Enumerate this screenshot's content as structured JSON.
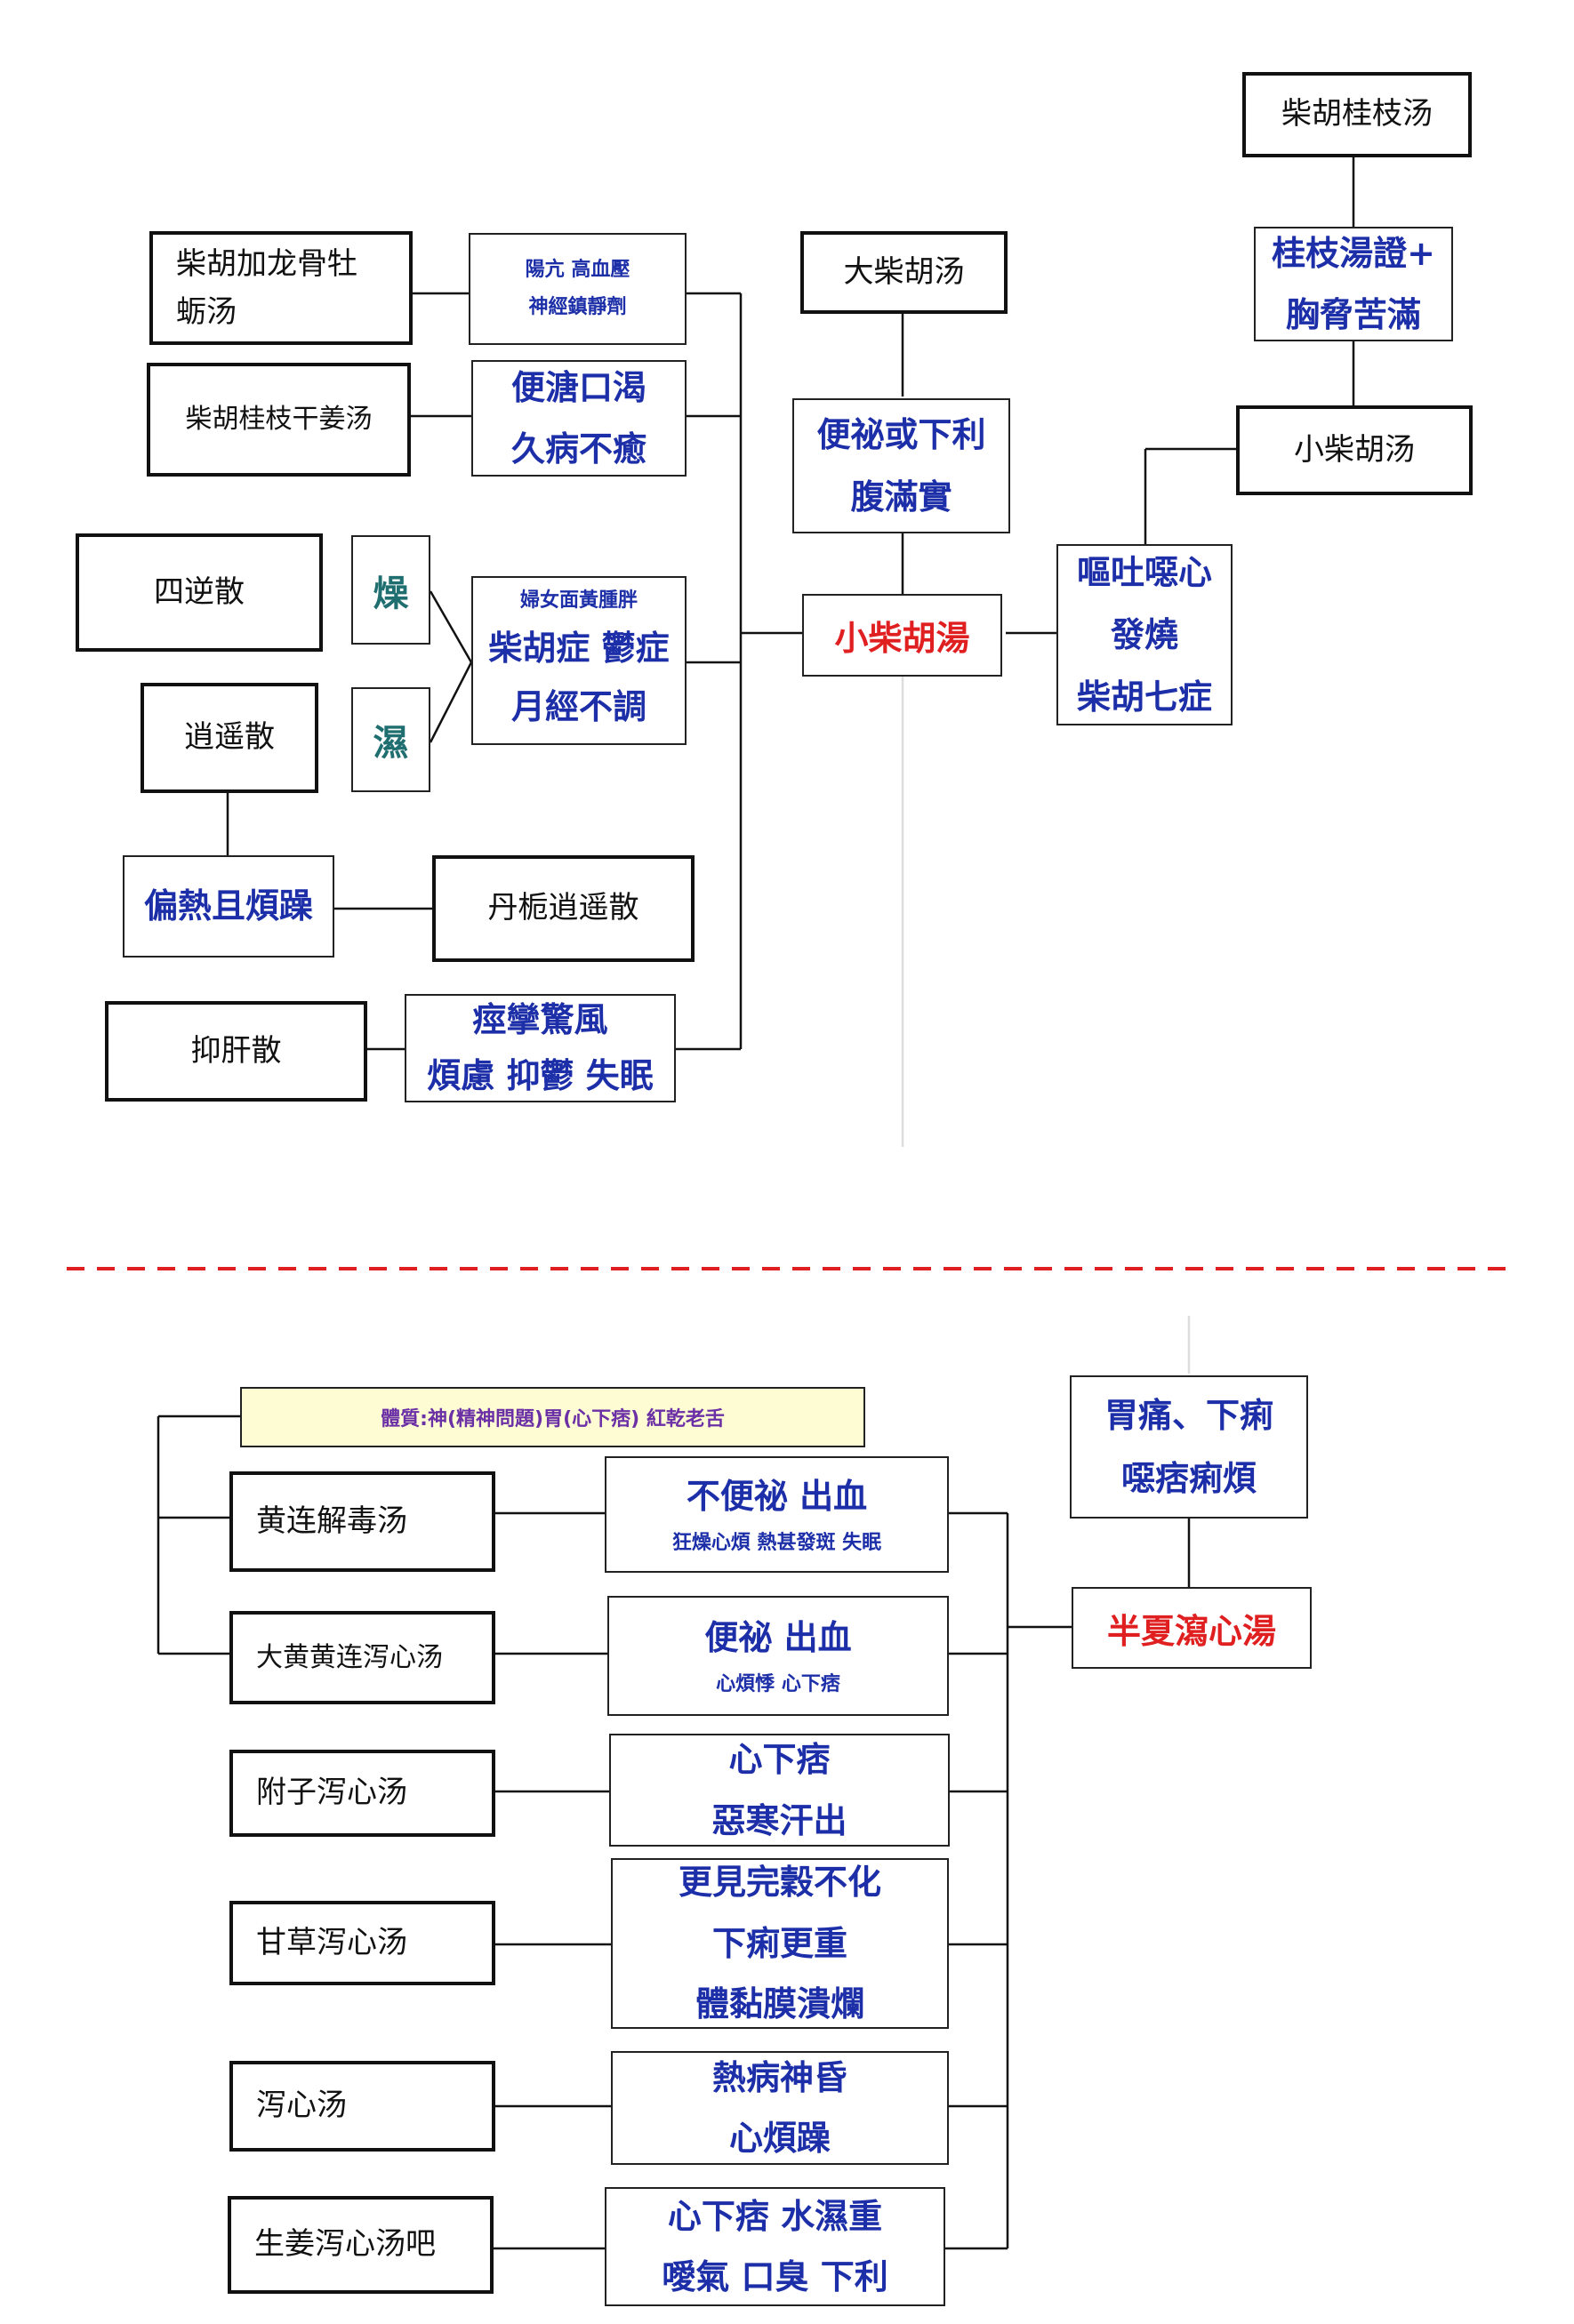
{
  "top": {
    "chaihu_guizhi_tang": "柴胡桂枝汤",
    "guizhi_symptom": [
      "桂枝湯證+",
      "胸脅苦滿"
    ],
    "xiao_chaihu_tang": "小柴胡汤",
    "xiao_symptom": [
      "嘔吐噁心",
      "發燒",
      "柴胡七症"
    ],
    "center": "小柴胡湯",
    "da_chaihu_tang": "大柴胡汤",
    "da_symptom": [
      "便祕或下利",
      "腹滿實"
    ],
    "longgu": [
      "柴胡加龙骨牡",
      "蛎汤"
    ],
    "longgu_symptom": [
      "陽亢  高血壓",
      "神經鎮靜劑"
    ],
    "ganjiang": "柴胡桂枝干姜汤",
    "ganjiang_symptom": [
      "便溏口渴",
      "久病不癒"
    ],
    "sini": "四逆散",
    "xiaoyao": "逍遥散",
    "zao": "燥",
    "shi": "濕",
    "women_symptom": [
      "婦女面黃腫胖",
      "柴胡症 鬱症",
      "月經不調"
    ],
    "pianre": "偏熱且煩躁",
    "danzhi": "丹栀逍遥散",
    "yigan": "抑肝散",
    "yigan_symptom": [
      "痙攣驚風",
      "煩慮 抑鬱 失眠"
    ]
  },
  "bottom": {
    "constitution": "體質:神(精神問題)胃(心下痞) 紅乾老舌",
    "huanglian_jiedu": "黄连解毒汤",
    "huanglian_jiedu_symptom": [
      "不便祕  出血",
      "狂燥心煩 熱甚發斑 失眠"
    ],
    "dahuang": "大黄黄连泻心汤",
    "dahuang_symptom": [
      "便祕  出血",
      "心煩悸 心下痞"
    ],
    "fuzi": "附子泻心汤",
    "fuzi_symptom": [
      "心下痞",
      "惡寒汗出"
    ],
    "gancao": "甘草泻心汤",
    "gancao_symptom": [
      "更見完穀不化",
      "下痢更重",
      "體黏膜潰爛"
    ],
    "xiexin": "泻心汤",
    "xiexin_symptom": [
      "熱病神昏",
      "心煩躁"
    ],
    "shengjiang": "生姜泻心汤吧",
    "shengjiang_symptom": [
      "心下痞 水濕重",
      "噯氣 口臭 下利"
    ],
    "banxia_symptom": [
      "胃痛、下痢",
      "噁痞痢煩"
    ],
    "banxia": "半夏瀉心湯"
  },
  "colors": {
    "symptom_text": "#1d2fa8",
    "center_text": "#e02020",
    "dry_wet_text": "#1f6e70",
    "constitution_text": "#6b2fa6",
    "constitution_fill": "#fdfcd2",
    "divider": "#e02020"
  }
}
